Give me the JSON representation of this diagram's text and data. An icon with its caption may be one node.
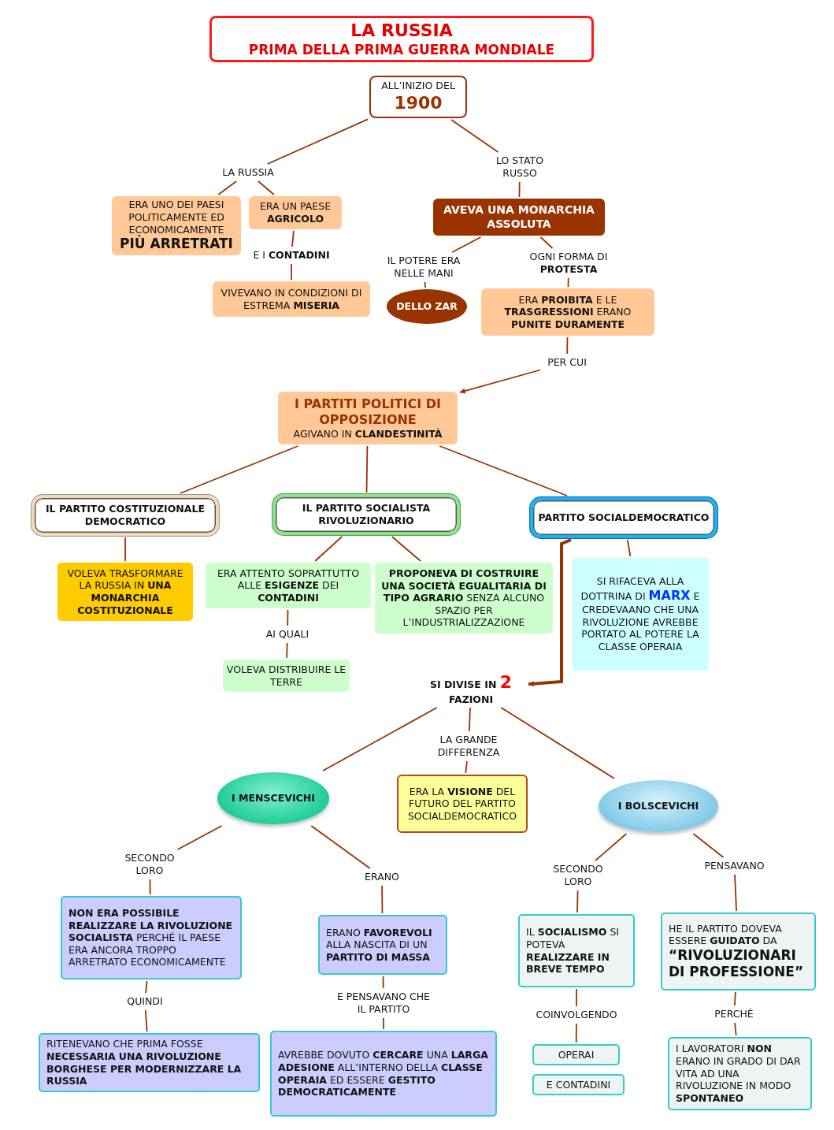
{
  "diagram": {
    "nodes": [
      {
        "text": [
          "LA RUSSIA",
          "PRIMA DELLA PRIMA GUERRA MONDIALE"
        ]
      },
      {
        "text": [
          "ALL’INIZIO DEL",
          "1900"
        ]
      },
      {
        "text": [
          "LA RUSSIA"
        ]
      },
      {
        "text": [
          "LO STATO RUSSO"
        ]
      },
      {
        "text": [
          "ERA UNO DEI PAESI POLITICAMENTE ED ECONOMICAMENTE",
          "PIÙ ARRETRATI"
        ]
      },
      {
        "text": [
          "ERA UN PAESE **AGRICOLO**"
        ]
      },
      {
        "text": [
          "E I **CONTADINI**"
        ]
      },
      {
        "text": [
          "VIVEVANO IN CONDIZIONI DI ESTREMA **MISERIA**"
        ]
      },
      {
        "text": [
          "AVEVA UNA MONARCHIA ASSOLUTA"
        ]
      },
      {
        "text": [
          "IL POTERE ERA NELLE MANI"
        ]
      },
      {
        "text": [
          "DELLO ZAR"
        ]
      },
      {
        "text": [
          "OGNI FORMA DI **PROTESTA**"
        ]
      },
      {
        "text": [
          "ERA **PROIBITA** E LE **TRASGRESSIONI** ERANO **PUNITE DURAMENTE**"
        ]
      },
      {
        "text": [
          "PER CUI"
        ]
      },
      {
        "text": [
          "I PARTITI POLITICI DI OPPOSIZIONE",
          "AGIVANO IN **CLANDESTINITÀ**"
        ]
      },
      {
        "text": [
          "IL PARTITO COSTITUZIONALE DEMOCRATICO"
        ]
      },
      {
        "text": [
          "IL PARTITO SOCIALISTA RIVOLUZIONARIO"
        ]
      },
      {
        "text": [
          "PARTITO SOCIALDEMOCRATICO"
        ]
      },
      {
        "text": [
          "VOLEVA TRASFORMARE LA RUSSIA IN **UNA MONARCHIA COSTITUZIONALE**"
        ]
      },
      {
        "text": [
          "ERA ATTENTO SOPRATTUTTO ALLE **ESIGENZE** DEI **CONTADINI**"
        ]
      },
      {
        "text": [
          "**PROPONEVA DI COSTRUIRE UNA SOCIETÀ EGUALITARIA DI TIPO AGRARIO** SENZA ALCUNO SPAZIO PER L’INDUSTRIALIZZAZIONE"
        ]
      },
      {
        "text": [
          "SI RIFACEVA ALLA DOTTRINA DI **MARX** E CREDEVAANO CHE UNA RIVOLUZIONE AVREBBE PORTATO AL POTERE LA CLASSE OPERAIA"
        ]
      },
      {
        "text": [
          "AI QUALI"
        ]
      },
      {
        "text": [
          "VOLEVA DISTRIBUIRE LE TERRE"
        ]
      },
      {
        "text": [
          "SI DIVISE IN **2** FAZIONI"
        ]
      },
      {
        "text": [
          "LA GRANDE DIFFERENZA"
        ]
      },
      {
        "text": [
          "I MENSCEVICHI"
        ]
      },
      {
        "text": [
          "ERA LA **VISIONE** DEL FUTURO DEL PARTITO SOCIALDEMOCRATICO"
        ]
      },
      {
        "text": [
          "I BOLSCEVICHI"
        ]
      },
      {
        "text": [
          "SECONDO LORO"
        ]
      },
      {
        "text": [
          "ERANO"
        ]
      },
      {
        "text": [
          "SECONDO LORO"
        ]
      },
      {
        "text": [
          "PENSAVANO"
        ]
      },
      {
        "text": [
          "**NON ERA POSSIBILE REALIZZARE LA RIVOLUZIONE SOCIALISTA** PERCHÉ IL PAESE ERA ANCORA TROPPO ARRETRATO ECONOMICAMENTE"
        ]
      },
      {
        "text": [
          "ERANO **FAVOREVOLI** ALLA NASCITA DI UN **PARTITO DI MASSA**"
        ]
      },
      {
        "text": [
          "IL **SOCIALISMO** SI POTEVA **REALIZZARE IN BREVE TEMPO**"
        ]
      },
      {
        "text": [
          "HE IL PARTITO DOVEVA ESSERE **GUIDATO** DA",
          "“RIVOLUZIONARI DI PROFESSIONE”"
        ]
      },
      {
        "text": [
          "QUINDI"
        ]
      },
      {
        "text": [
          "E PENSAVANO CHE IL PARTITO"
        ]
      },
      {
        "text": [
          "COINVOLGENDO"
        ]
      },
      {
        "text": [
          "PERCHÈ"
        ]
      },
      {
        "text": [
          "RITENEVANO CHE PRIMA FOSSE **NECESSARIA** **UNA RIVOLUZIONE BORGHESE PER MODERNIZZARE LA RUSSIA**"
        ]
      },
      {
        "text": [
          "AVREBBE DOVUTO **CERCARE** UNA **LARGA ADESIONE** ALL’INTERNO DELLA **CLASSE OPERAIA** ED ESSERE **GESTITO DEMOCRATICAMENTE**"
        ]
      },
      {
        "text": [
          "OPERAI"
        ]
      },
      {
        "text": [
          "E CONTADINI"
        ]
      },
      {
        "text": [
          "I LAVORATORI **NON** ERANO IN GRADO DI DAR VITA AD UNA RIVOLUZIONE IN MODO **SPONTANEO**"
        ]
      }
    ],
    "edges": [
      {
        "from": 1,
        "to": 2,
        "arrow": "none"
      },
      {
        "from": 1,
        "to": 3,
        "arrow": "none"
      },
      {
        "from": 2,
        "to": 4,
        "arrow": "none"
      },
      {
        "from": 2,
        "to": 5,
        "arrow": "none"
      },
      {
        "from": 5,
        "to": 6,
        "arrow": "none"
      },
      {
        "from": 6,
        "to": 7,
        "arrow": "none"
      },
      {
        "from": 3,
        "to": 8,
        "arrow": "none"
      },
      {
        "from": 8,
        "to": 9,
        "arrow": "none"
      },
      {
        "from": 9,
        "to": 10,
        "arrow": "none"
      },
      {
        "from": 8,
        "to": 11,
        "arrow": "none"
      },
      {
        "from": 11,
        "to": 12,
        "arrow": "none"
      },
      {
        "from": 12,
        "to": 13,
        "arrow": "none"
      },
      {
        "from": 13,
        "to": 14,
        "arrow": "to"
      },
      {
        "from": 14,
        "to": 15,
        "arrow": "none"
      },
      {
        "from": 14,
        "to": 16,
        "arrow": "none"
      },
      {
        "from": 14,
        "to": 17,
        "arrow": "none"
      },
      {
        "from": 15,
        "to": 18,
        "arrow": "none"
      },
      {
        "from": 16,
        "to": 19,
        "arrow": "none"
      },
      {
        "from": 16,
        "to": 20,
        "arrow": "none"
      },
      {
        "from": 17,
        "to": 21,
        "arrow": "none"
      },
      {
        "from": 19,
        "to": 22,
        "arrow": "none"
      },
      {
        "from": 22,
        "to": 23,
        "arrow": "none"
      },
      {
        "from": 17,
        "to": 24,
        "arrow": "to",
        "style": "thick"
      },
      {
        "from": 24,
        "to": 26,
        "arrow": "none"
      },
      {
        "from": 24,
        "to": 25,
        "arrow": "none"
      },
      {
        "from": 25,
        "to": 27,
        "arrow": "none"
      },
      {
        "from": 24,
        "to": 28,
        "arrow": "none"
      },
      {
        "from": 26,
        "to": 29,
        "arrow": "none"
      },
      {
        "from": 26,
        "to": 30,
        "arrow": "none"
      },
      {
        "from": 28,
        "to": 31,
        "arrow": "none"
      },
      {
        "from": 28,
        "to": 32,
        "arrow": "none"
      },
      {
        "from": 29,
        "to": 33,
        "arrow": "none"
      },
      {
        "from": 30,
        "to": 34,
        "arrow": "none"
      },
      {
        "from": 31,
        "to": 35,
        "arrow": "none"
      },
      {
        "from": 32,
        "to": 36,
        "arrow": "none"
      },
      {
        "from": 33,
        "to": 37,
        "arrow": "none"
      },
      {
        "from": 37,
        "to": 41,
        "arrow": "none"
      },
      {
        "from": 34,
        "to": 38,
        "arrow": "none"
      },
      {
        "from": 38,
        "to": 42,
        "arrow": "none"
      },
      {
        "from": 35,
        "to": 39,
        "arrow": "none"
      },
      {
        "from": 39,
        "to": 43,
        "arrow": "none"
      },
      {
        "from": 36,
        "to": 40,
        "arrow": "none"
      },
      {
        "from": 40,
        "to": 45,
        "arrow": "none"
      }
    ]
  }
}
